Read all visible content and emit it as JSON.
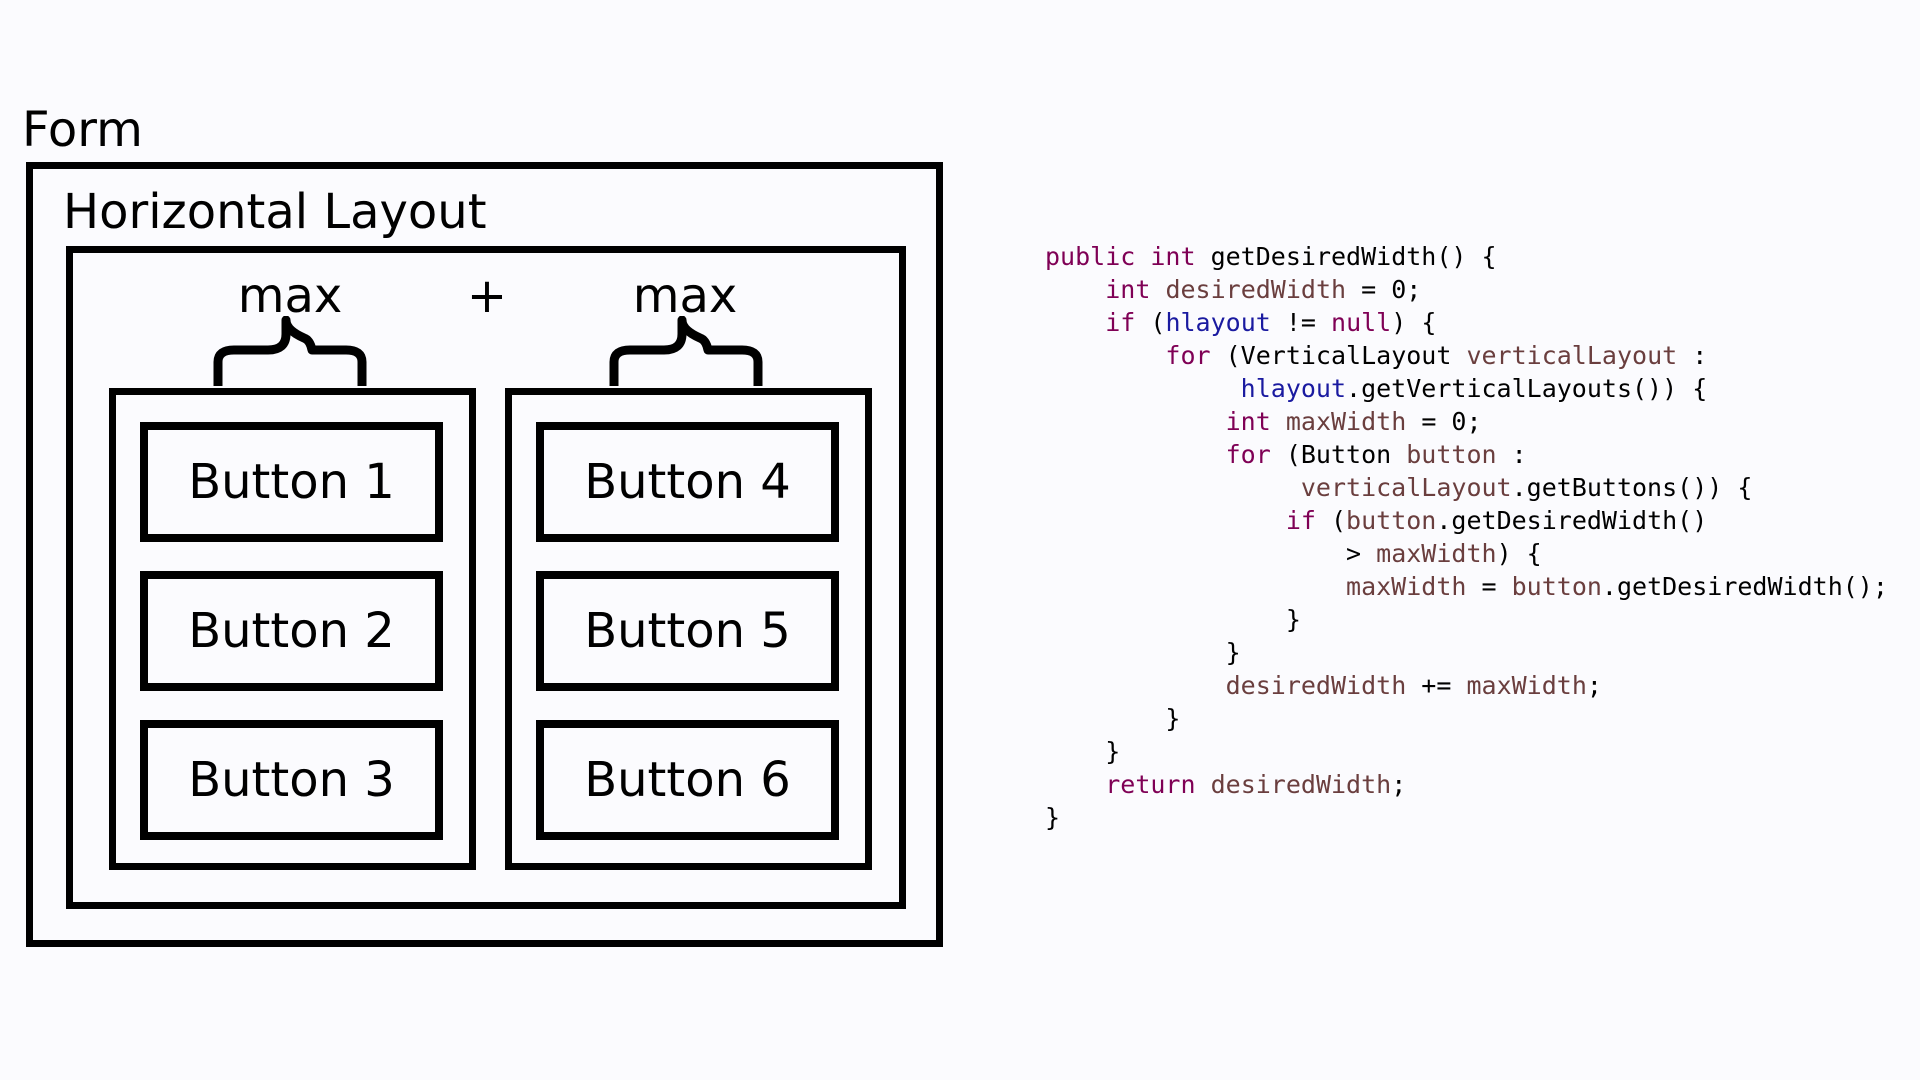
{
  "diagram": {
    "form_title": "Form",
    "horizontal_layout_title": "Horizontal Layout",
    "max_label_left": "max",
    "plus_label": "+",
    "max_label_right": "max",
    "vertical_layouts": [
      {
        "buttons": [
          "Button 1",
          "Button 2",
          "Button 3"
        ]
      },
      {
        "buttons": [
          "Button 4",
          "Button 5",
          "Button 6"
        ]
      }
    ]
  },
  "code": {
    "colors": {
      "keyword": "#7f0055",
      "field": "#1a1aa0",
      "variable": "#6a3e3e",
      "plain": "#000000"
    },
    "lines": [
      {
        "indent": "",
        "tokens": [
          {
            "t": "public",
            "k": "kw"
          },
          {
            "t": " ",
            "k": "plain"
          },
          {
            "t": "int",
            "k": "kw"
          },
          {
            "t": " getDesiredWidth() {",
            "k": "plain"
          }
        ]
      },
      {
        "indent": "    ",
        "tokens": [
          {
            "t": "int",
            "k": "kw"
          },
          {
            "t": " ",
            "k": "plain"
          },
          {
            "t": "desiredWidth",
            "k": "var"
          },
          {
            "t": " = 0;",
            "k": "plain"
          }
        ]
      },
      {
        "indent": "    ",
        "tokens": [
          {
            "t": "if",
            "k": "kw"
          },
          {
            "t": " (",
            "k": "plain"
          },
          {
            "t": "hlayout",
            "k": "field"
          },
          {
            "t": " != ",
            "k": "plain"
          },
          {
            "t": "null",
            "k": "kw"
          },
          {
            "t": ") {",
            "k": "plain"
          }
        ]
      },
      {
        "indent": "        ",
        "tokens": [
          {
            "t": "for",
            "k": "kw"
          },
          {
            "t": " (VerticalLayout ",
            "k": "plain"
          },
          {
            "t": "verticalLayout",
            "k": "var"
          },
          {
            "t": " :",
            "k": "plain"
          }
        ]
      },
      {
        "indent": "             ",
        "tokens": [
          {
            "t": "hlayout",
            "k": "field"
          },
          {
            "t": ".getVerticalLayouts()) {",
            "k": "plain"
          }
        ]
      },
      {
        "indent": "            ",
        "tokens": [
          {
            "t": "int",
            "k": "kw"
          },
          {
            "t": " ",
            "k": "plain"
          },
          {
            "t": "maxWidth",
            "k": "var"
          },
          {
            "t": " = 0;",
            "k": "plain"
          }
        ]
      },
      {
        "indent": "            ",
        "tokens": [
          {
            "t": "for",
            "k": "kw"
          },
          {
            "t": " (Button ",
            "k": "plain"
          },
          {
            "t": "button",
            "k": "var"
          },
          {
            "t": " :",
            "k": "plain"
          }
        ]
      },
      {
        "indent": "                 ",
        "tokens": [
          {
            "t": "verticalLayout",
            "k": "var"
          },
          {
            "t": ".getButtons()) {",
            "k": "plain"
          }
        ]
      },
      {
        "indent": "                ",
        "tokens": [
          {
            "t": "if",
            "k": "kw"
          },
          {
            "t": " (",
            "k": "plain"
          },
          {
            "t": "button",
            "k": "var"
          },
          {
            "t": ".getDesiredWidth()",
            "k": "plain"
          }
        ]
      },
      {
        "indent": "                    ",
        "tokens": [
          {
            "t": "> ",
            "k": "plain"
          },
          {
            "t": "maxWidth",
            "k": "var"
          },
          {
            "t": ") {",
            "k": "plain"
          }
        ]
      },
      {
        "indent": "                    ",
        "tokens": [
          {
            "t": "maxWidth",
            "k": "var"
          },
          {
            "t": " = ",
            "k": "plain"
          },
          {
            "t": "button",
            "k": "var"
          },
          {
            "t": ".getDesiredWidth();",
            "k": "plain"
          }
        ]
      },
      {
        "indent": "                ",
        "tokens": [
          {
            "t": "}",
            "k": "plain"
          }
        ]
      },
      {
        "indent": "            ",
        "tokens": [
          {
            "t": "}",
            "k": "plain"
          }
        ]
      },
      {
        "indent": "            ",
        "tokens": [
          {
            "t": "desiredWidth",
            "k": "var"
          },
          {
            "t": " += ",
            "k": "plain"
          },
          {
            "t": "maxWidth",
            "k": "var"
          },
          {
            "t": ";",
            "k": "plain"
          }
        ]
      },
      {
        "indent": "        ",
        "tokens": [
          {
            "t": "}",
            "k": "plain"
          }
        ]
      },
      {
        "indent": "    ",
        "tokens": [
          {
            "t": "}",
            "k": "plain"
          }
        ]
      },
      {
        "indent": "    ",
        "tokens": [
          {
            "t": "return",
            "k": "kw"
          },
          {
            "t": " ",
            "k": "plain"
          },
          {
            "t": "desiredWidth",
            "k": "var"
          },
          {
            "t": ";",
            "k": "plain"
          }
        ]
      },
      {
        "indent": "",
        "tokens": [
          {
            "t": "}",
            "k": "plain"
          }
        ]
      }
    ]
  }
}
